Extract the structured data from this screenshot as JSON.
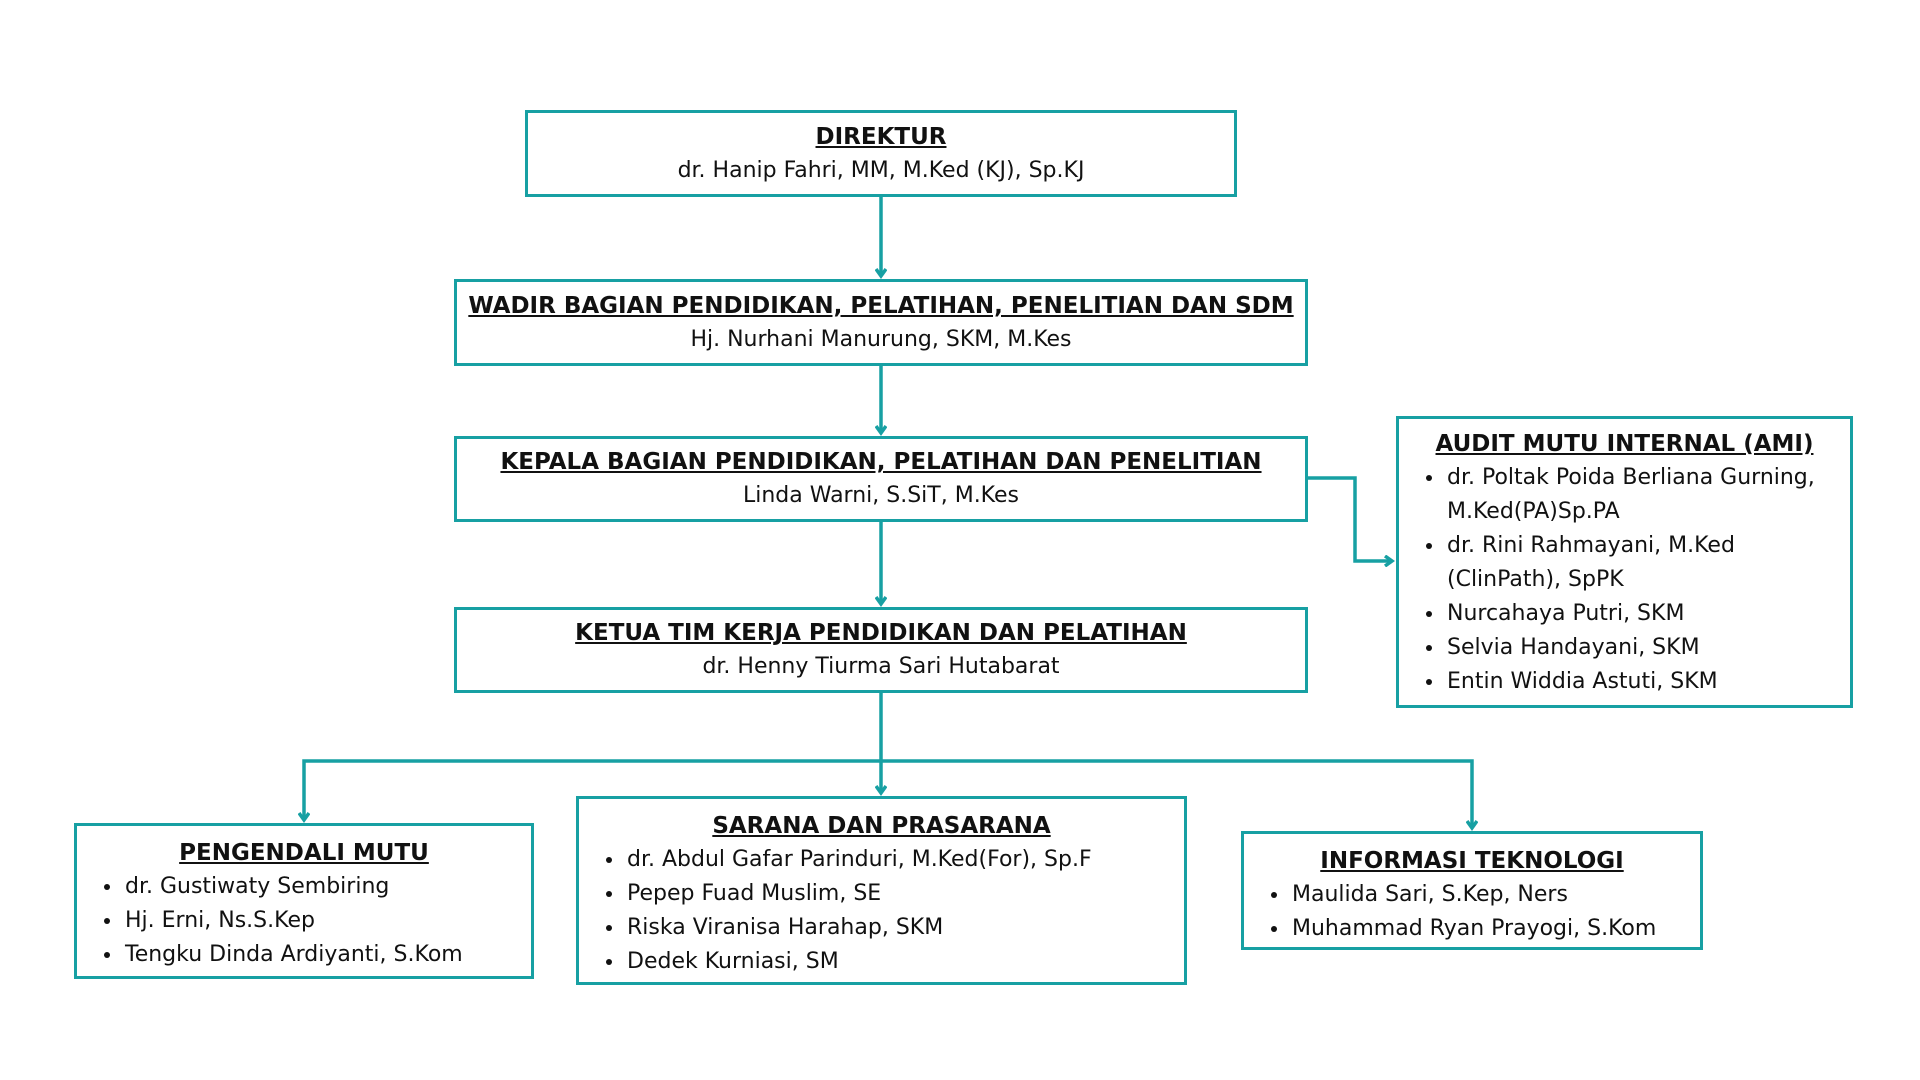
{
  "colors": {
    "accent": "#17a0a3"
  },
  "direktur": {
    "title": "DIREKTUR",
    "name": "dr. Hanip Fahri, MM, M.Ked (KJ), Sp.KJ"
  },
  "wadir": {
    "title": "WADIR BAGIAN PENDIDIKAN, PELATIHAN, PENELITIAN DAN SDM",
    "name": "Hj. Nurhani Manurung, SKM, M.Kes"
  },
  "kepala": {
    "title": "KEPALA BAGIAN PENDIDIKAN, PELATIHAN DAN PENELITIAN",
    "name": "Linda Warni, S.SiT, M.Kes"
  },
  "ketua": {
    "title": "KETUA TIM KERJA PENDIDIKAN DAN PELATIHAN",
    "name": "dr. Henny Tiurma Sari Hutabarat"
  },
  "ami": {
    "title": "AUDIT MUTU INTERNAL (AMI)",
    "members": [
      "dr. Poltak Poida Berliana Gurning, M.Ked(PA)Sp.PA",
      "dr. Rini Rahmayani, M.Ked (ClinPath), SpPK",
      "Nurcahaya Putri, SKM",
      "Selvia Handayani, SKM",
      "Entin Widdia Astuti, SKM"
    ]
  },
  "pengendali": {
    "title": "PENGENDALI MUTU",
    "members": [
      "dr. Gustiwaty Sembiring",
      "Hj. Erni, Ns.S.Kep",
      "Tengku Dinda Ardiyanti, S.Kom"
    ]
  },
  "sarana": {
    "title": "SARANA DAN PRASARANA",
    "members": [
      "dr. Abdul Gafar Parinduri, M.Ked(For), Sp.F",
      "Pepep Fuad Muslim, SE",
      "Riska Viranisa Harahap, SKM",
      "Dedek Kurniasi, SM"
    ]
  },
  "informasi": {
    "title": "INFORMASI TEKNOLOGI",
    "members": [
      "Maulida Sari, S.Kep, Ners",
      "Muhammad Ryan Prayogi, S.Kom"
    ]
  }
}
